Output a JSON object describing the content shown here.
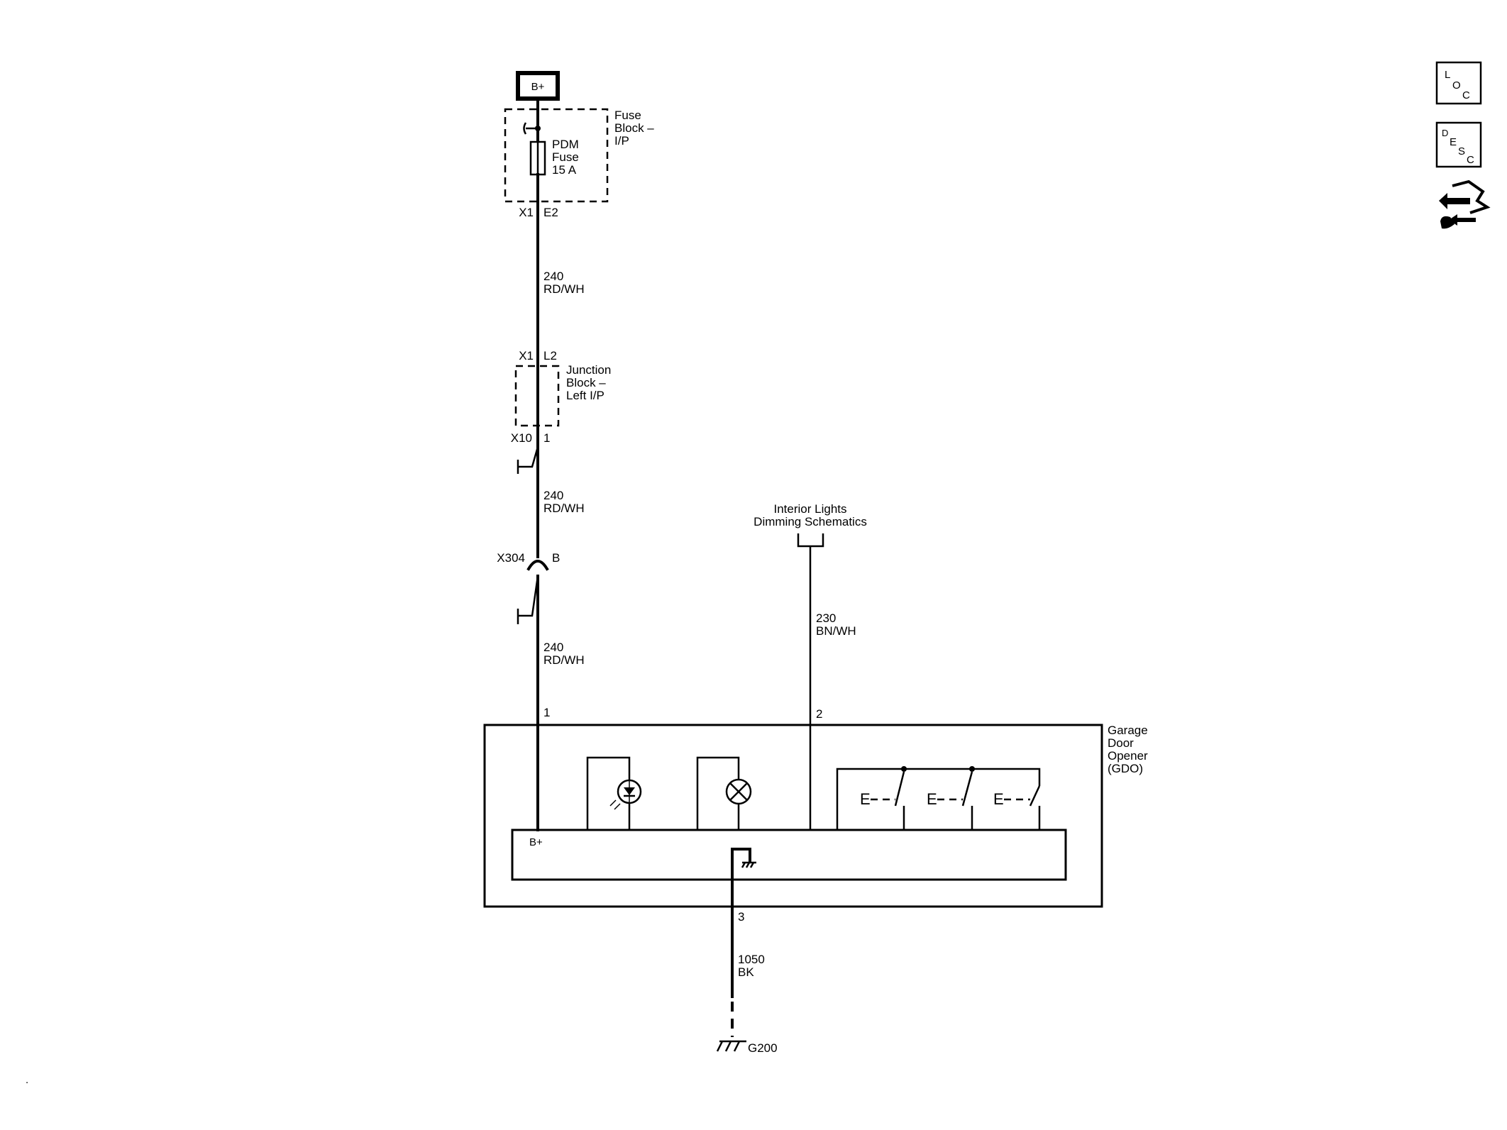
{
  "power": {
    "label": "B+"
  },
  "fuse_block": {
    "name": [
      "Fuse",
      "Block –",
      "I/P"
    ],
    "fuse": [
      "PDM",
      "Fuse",
      "15 A"
    ],
    "connector": "X1",
    "pin": "E2"
  },
  "wires": {
    "w1": [
      "240",
      "RD/WH"
    ],
    "w2": [
      "240",
      "RD/WH"
    ],
    "w3": [
      "240",
      "RD/WH"
    ],
    "w4": [
      "230",
      "BN/WH"
    ],
    "w5": [
      "1050",
      "BK"
    ]
  },
  "junction_block": {
    "connector_top": "X1",
    "pin_top": "L2",
    "name": [
      "Junction",
      "Block –",
      "Left I/P"
    ],
    "connector_bottom": "X10",
    "pin_bottom": "1"
  },
  "inline_connector": {
    "name": "X304",
    "pin": "B"
  },
  "reference": [
    "Interior Lights",
    "Dimming Schematics"
  ],
  "gdo": {
    "name": [
      "Garage",
      "Door",
      "Opener",
      "(GDO)"
    ],
    "pins": {
      "p1": "1",
      "p2": "2",
      "p3": "3"
    },
    "bplus": "B+"
  },
  "ground": {
    "label": "G200"
  },
  "side_icons": {
    "loc": [
      "L",
      "O",
      "C"
    ],
    "desc": [
      "D",
      "E",
      "S",
      "C"
    ],
    "connector_icon": "connector-end-view-icon"
  },
  "corner_mark": "."
}
